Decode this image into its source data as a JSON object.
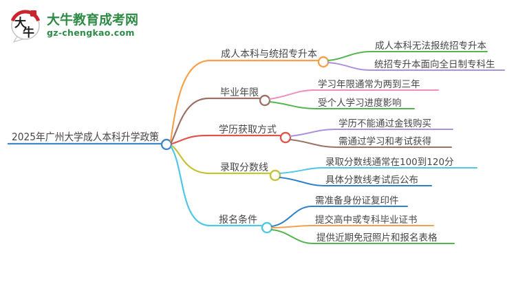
{
  "logo": {
    "title": "大牛教育成考网",
    "subtitle": "gz-chengkao.com",
    "icon_chars": [
      "大",
      "牛"
    ],
    "brand_color": "#2e8b46",
    "seal_color": "#c9252c"
  },
  "mindmap": {
    "root": {
      "label": "2025年广州大学成人本科升学政策",
      "color": "#3e86c8"
    },
    "branches": [
      {
        "label": "成人本科与统招专升本",
        "color": "#f7a04c",
        "children": [
          {
            "label": "成人本科无法报统招专升本",
            "color": "#54b44e"
          },
          {
            "label": "统招专升本面向全日制专科生",
            "color": "#aa92da"
          }
        ]
      },
      {
        "label": "毕业年限",
        "color": "#9c7065",
        "children": [
          {
            "label": "学习年限通常为两到三年",
            "color": "#f08cc2"
          },
          {
            "label": "受个人学习进度影响",
            "color": "#54b44e"
          }
        ]
      },
      {
        "label": "学历获取方式",
        "color": "#df5449",
        "children": [
          {
            "label": "学历不能通过金钱购买",
            "color": "#aa92da"
          },
          {
            "label": "需通过学习和考试获得",
            "color": "#9c7065"
          }
        ]
      },
      {
        "label": "录取分数线",
        "color": "#c2c336",
        "children": [
          {
            "label": "录取分数线通常在100到120分",
            "color": "#4fc8e6"
          },
          {
            "label": "具体分数线考试后公布",
            "color": "#2f81c5"
          }
        ]
      },
      {
        "label": "报名条件",
        "color": "#4fc8e6",
        "children": [
          {
            "label": "需准备身份证复印件",
            "color": "#2f81c5"
          },
          {
            "label": "提交高中或专科毕业证书",
            "color": "#f7a04c"
          },
          {
            "label": "提供近期免冠照片和报名表格",
            "color": "#54b44e"
          }
        ]
      }
    ]
  }
}
